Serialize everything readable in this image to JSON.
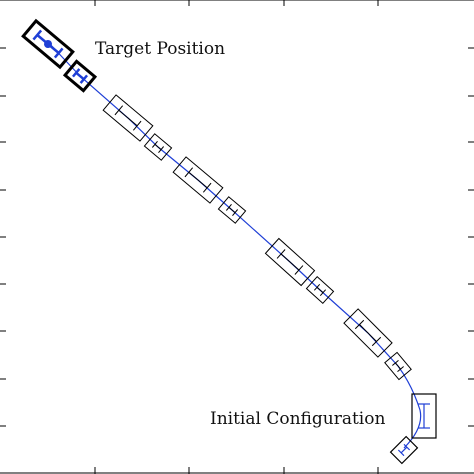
{
  "labels": {
    "target": "Target Position",
    "initial": "Initial Configuration"
  },
  "colors": {
    "path": "#1f3fd6",
    "frame": "#000000",
    "highlight": "#1f3fd6",
    "background": "#ffffff"
  },
  "rig": {
    "description_icons": [
      "tractor-body",
      "trailer-body",
      "axle-icon"
    ],
    "snapshots": 5
  }
}
